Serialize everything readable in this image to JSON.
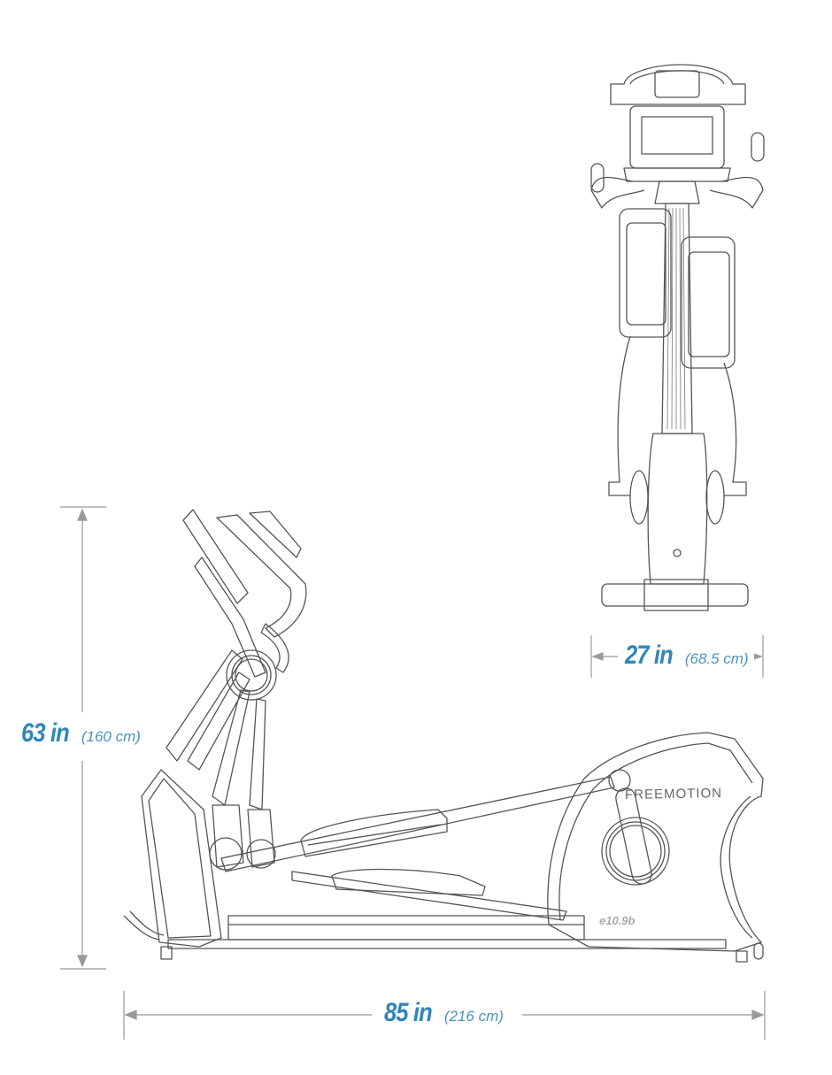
{
  "product": {
    "brand_logo": "FREEMOTION",
    "model": "e10.9b"
  },
  "dimensions": {
    "height": {
      "value": "63 in",
      "metric": "(160 cm)"
    },
    "length": {
      "value": "85 in",
      "metric": "(216 cm)"
    },
    "width": {
      "value": "27 in",
      "metric": "(68.5 cm)"
    }
  },
  "colors": {
    "accent": "#2f86b9",
    "line": "#555555",
    "dim_line": "#999999"
  }
}
